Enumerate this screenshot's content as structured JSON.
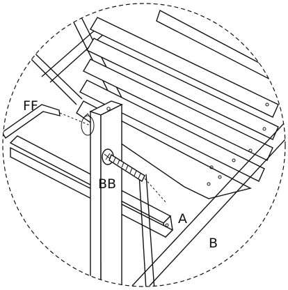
{
  "labels": {
    "hex_key": "FF",
    "bolt": "BB",
    "part_a": "A",
    "part_b": "B"
  },
  "colors": {
    "line": "#111111",
    "background": "#ffffff"
  },
  "icons": {
    "hex_key": "allen-key-icon",
    "bolt": "bolt-icon",
    "rotation": "rotation-arrow-icon"
  }
}
